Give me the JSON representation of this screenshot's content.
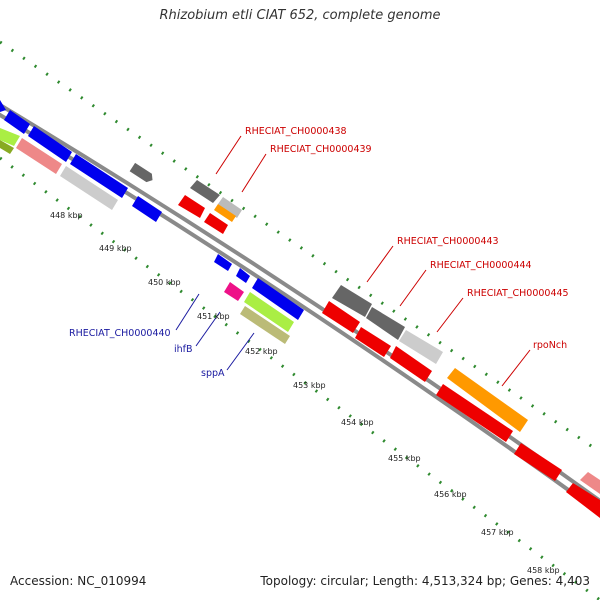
{
  "title": "Rhizobium etli CIAT 652, complete genome",
  "footer": {
    "accession": "Accession: NC_010994",
    "summary": "Topology: circular; Length: 4,513,324 bp; Genes: 4,403"
  },
  "colors": {
    "backbone": "#8a8a8a",
    "ticks": "#2f8a2f",
    "forward_label": "#cc0000",
    "reverse_label": "#1a1aa0",
    "cds_blue": "#0000ee",
    "cds_red": "#ee0000",
    "cds_dark_gray": "#666666",
    "cds_light_gray": "#cccccc",
    "cds_orange": "#ff9900",
    "cds_pink": "#ee8888",
    "cds_magenta": "#ee1188",
    "cds_lime": "#aaee44",
    "cds_khaki": "#bbbb77"
  },
  "scale_labels": [
    "448 kbp",
    "449 kbp",
    "450 kbp",
    "451 kbp",
    "452 kbp",
    "453 kbp",
    "454 kbp",
    "455 kbp",
    "456 kbp",
    "457 kbp",
    "458 kbp"
  ],
  "gene_labels": {
    "forward": [
      "RHECIAT_CH0000438",
      "RHECIAT_CH0000439",
      "RHECIAT_CH0000443",
      "RHECIAT_CH0000444",
      "RHECIAT_CH0000445",
      "rpoNch"
    ],
    "reverse": [
      "RHECIAT_CH0000440",
      "ihfB",
      "sppA"
    ]
  }
}
